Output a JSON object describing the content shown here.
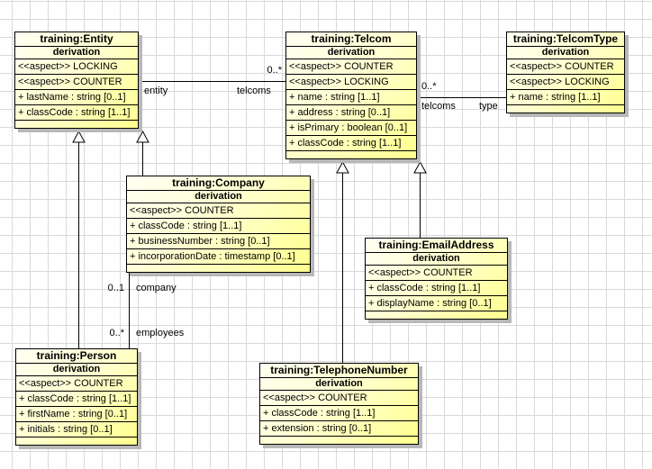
{
  "classes": {
    "entity": {
      "title": "training:Entity",
      "stereotype": "derivation",
      "aspects": [
        "<<aspect>> LOCKING",
        "<<aspect>> COUNTER"
      ],
      "attributes": [
        "+ lastName : string [0..1]",
        "+ classCode : string [1..1]"
      ]
    },
    "telcom": {
      "title": "training:Telcom",
      "stereotype": "derivation",
      "aspects": [
        "<<aspect>> COUNTER",
        "<<aspect>> LOCKING"
      ],
      "attributes": [
        "+ name : string [1..1]",
        "+ address : string [0..1]",
        "+ isPrimary : boolean [0..1]",
        "+ classCode : string [1..1]"
      ]
    },
    "telcomType": {
      "title": "training:TelcomType",
      "stereotype": "derivation",
      "aspects": [
        "<<aspect>> COUNTER",
        "<<aspect>> LOCKING"
      ],
      "attributes": [
        "+ name : string [1..1]"
      ]
    },
    "company": {
      "title": "training:Company",
      "stereotype": "derivation",
      "aspects": [
        "<<aspect>> COUNTER"
      ],
      "attributes": [
        "+ classCode : string [1..1]",
        "+ businessNumber : string [0..1]",
        "+ incorporationDate : timestamp [0..1]"
      ]
    },
    "emailAddress": {
      "title": "training:EmailAddress",
      "stereotype": "derivation",
      "aspects": [
        "<<aspect>> COUNTER"
      ],
      "attributes": [
        "+ classCode : string [1..1]",
        "+ displayName : string [0..1]"
      ]
    },
    "person": {
      "title": "training:Person",
      "stereotype": "derivation",
      "aspects": [
        "<<aspect>> COUNTER"
      ],
      "attributes": [
        "+ classCode : string [1..1]",
        "+ firstName : string [0..1]",
        "+ initials : string [0..1]"
      ]
    },
    "telephoneNumber": {
      "title": "training:TelephoneNumber",
      "stereotype": "derivation",
      "aspects": [
        "<<aspect>> COUNTER"
      ],
      "attributes": [
        "+ classCode : string [1..1]",
        "+ extension : string [0..1]"
      ]
    }
  },
  "associations": {
    "entityTelcoms": {
      "targetMultiplicity": "0..*",
      "sourceRole": "entity",
      "targetRole": "telcoms"
    },
    "telcomsType": {
      "sourceMultiplicity": "0..*",
      "sourceRole": "telcoms",
      "targetRole": "type"
    },
    "companyEmployees": {
      "companyMultiplicity": "0..1",
      "companyRole": "company",
      "employeesMultiplicity": "0..*",
      "employeesRole": "employees"
    }
  },
  "colors": {
    "boxFillLight": "#fffff2",
    "boxFillDark": "#ffff8e",
    "boxBorder": "#000000",
    "boxShadow": "#b8b8b8",
    "gridLine": "#d9d9d9",
    "text": "#000000"
  }
}
